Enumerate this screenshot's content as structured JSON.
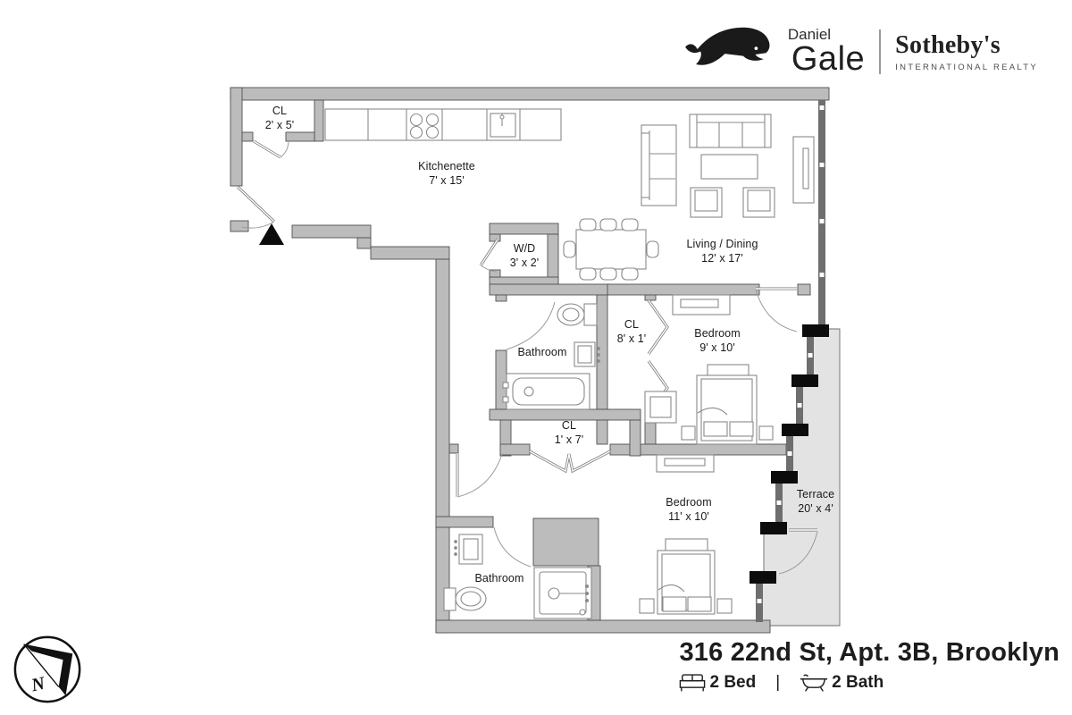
{
  "logo": {
    "daniel": "Daniel",
    "gale": "Gale",
    "sothebys": "Sotheby's",
    "subtitle": "INTERNATIONAL REALTY"
  },
  "footer": {
    "address": "316 22nd St, Apt. 3B, Brooklyn",
    "beds_label": "2 Bed",
    "separator": "|",
    "baths_label": "2 Bath"
  },
  "compass": {
    "north": "N"
  },
  "rooms": {
    "cl_entry": {
      "name": "CL",
      "dims": "2' x 5'"
    },
    "kitchenette": {
      "name": "Kitchenette",
      "dims": "7' x 15'"
    },
    "living_dining": {
      "name": "Living / Dining",
      "dims": "12' x 17'"
    },
    "wd": {
      "name": "W/D",
      "dims": "3' x 2'"
    },
    "bathroom_upper": {
      "name": "Bathroom"
    },
    "cl_bedroom": {
      "name": "CL",
      "dims": "8' x 1'"
    },
    "bedroom_upper": {
      "name": "Bedroom",
      "dims": "9' x 10'"
    },
    "cl_hall": {
      "name": "CL",
      "dims": "1' x 7'"
    },
    "bedroom_lower": {
      "name": "Bedroom",
      "dims": "11' x 10'"
    },
    "bathroom_lower": {
      "name": "Bathroom"
    },
    "terrace": {
      "name": "Terrace",
      "dims": "20' x 4'"
    }
  },
  "colors": {
    "wall_fill": "#bcbcbc",
    "wall_outline": "#4f4f4f",
    "window_wall": "#6e6e6e",
    "mullion_black": "#0c0c0c",
    "terrace_floor": "#e3e3e3",
    "fixture_stroke": "#8a8a8a",
    "text": "#1a1a1a"
  }
}
